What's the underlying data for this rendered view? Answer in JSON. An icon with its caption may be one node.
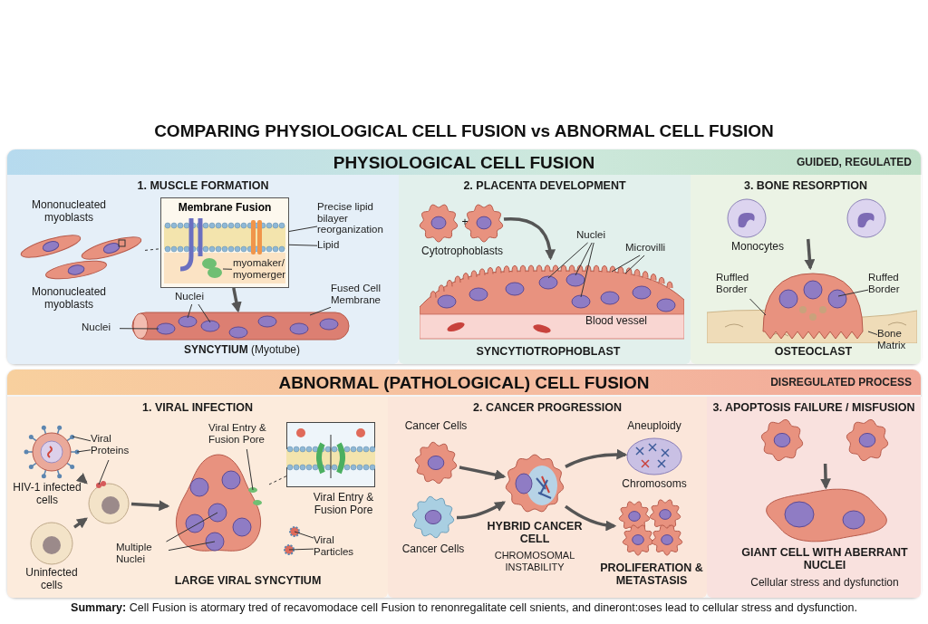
{
  "diagram": {
    "title": "COMPARING PHYSIOLOGICAL CELL FUSION vs ABNORMAL CELL FUSION",
    "nodes": [
      {
        "text": [
          "PHYSIOLOGICAL CELL FUSION",
          "GUIDED, REGULATED"
        ]
      },
      {
        "text": [
          "1. MUSCLE FORMATION"
        ],
        "in": 0
      },
      {
        "text": [
          "2. PLACENTA DEVELOPMENT"
        ],
        "in": 0
      },
      {
        "text": [
          "3. BONE RESORPTION"
        ],
        "in": 0
      },
      {
        "text": [
          "ABNORMAL (PATHOLOGICAL) CELL FUSION",
          "DISREGULATED PROCESS"
        ]
      },
      {
        "text": [
          "1. VIRAL INFECTION"
        ],
        "in": 4
      },
      {
        "text": [
          "2. CANCER PROGRESSION"
        ],
        "in": 4
      },
      {
        "text": [
          "3. APOPTOSIS FAILURE / MISFUSION"
        ],
        "in": 4
      },
      {
        "text": [],
        "shape": "picture",
        "in": 1,
        "beside": [
          "Mononucleated myoblasts",
          "Mononucleated myoblasts"
        ]
      },
      {
        "text": [
          "Membrane Fusion"
        ],
        "in": 1
      },
      {
        "text": [
          "Precise lipid bilayer reorganization"
        ],
        "in": 1
      },
      {
        "text": [
          "Lipid"
        ],
        "in": 1
      },
      {
        "text": [
          "myomaker/ myomerger"
        ],
        "in": 9
      },
      {
        "text": [],
        "shape": "picture",
        "in": 1,
        "beside": [
          "**SYNCYTIUM** (Myotube)"
        ]
      },
      {
        "text": [
          "Nuclei"
        ],
        "in": 1
      },
      {
        "text": [
          "Nuclei"
        ],
        "in": 1
      },
      {
        "text": [
          "Fused Cell Membrane"
        ],
        "in": 1
      },
      {
        "text": [],
        "shape": "picture",
        "in": 2,
        "beside": [
          "Cytotrophoblasts"
        ]
      },
      {
        "text": [],
        "shape": "picture",
        "in": 2,
        "beside": [
          "Blood vessel",
          "SYNCYTIOTROPHOBLAST"
        ]
      },
      {
        "text": [
          "Nuclei"
        ],
        "in": 2
      },
      {
        "text": [
          "Microvilli"
        ],
        "in": 2
      },
      {
        "text": [],
        "shape": "picture",
        "in": 3,
        "beside": [
          "Monocytes"
        ]
      },
      {
        "text": [],
        "shape": "picture",
        "in": 3,
        "beside": [
          "OSTEOCLAST"
        ]
      },
      {
        "text": [
          "Ruffled Border"
        ],
        "in": 3
      },
      {
        "text": [
          "Ruffed Border"
        ],
        "in": 3
      },
      {
        "text": [
          "Bone Matrix"
        ],
        "in": 3
      },
      {
        "text": [],
        "shape": "picture",
        "in": 5,
        "beside": [
          "HIV-1 infected cells"
        ]
      },
      {
        "text": [
          "Viral Proteins"
        ],
        "in": 5
      },
      {
        "text": [],
        "shape": "picture",
        "in": 5,
        "beside": [
          "Uninfected cells"
        ]
      },
      {
        "text": [],
        "shape": "picture",
        "in": 5
      },
      {
        "text": [],
        "shape": "picture",
        "in": 5,
        "beside": [
          "LARGE VIRAL SYNCYTIUM"
        ]
      },
      {
        "text": [],
        "shape": "picture",
        "in": 5,
        "beside": [
          "Viral Entry & Fusion Pore"
        ]
      },
      {
        "text": [
          "Viral Entry & Fusion Pore"
        ],
        "in": 5
      },
      {
        "text": [
          "Multiple Nuclei"
        ],
        "in": 5
      },
      {
        "text": [
          "Viral Particles"
        ],
        "in": 5
      },
      {
        "text": [],
        "shape": "picture",
        "in": 6,
        "beside": [
          "Cancer Cells"
        ]
      },
      {
        "text": [],
        "shape": "picture",
        "in": 6,
        "beside": [
          "Cancer Cells"
        ]
      },
      {
        "text": [],
        "shape": "picture",
        "in": 6,
        "beside": [
          "HYBRID CANCER CELL",
          "CHROMOSOMAL INSTABILITY"
        ]
      },
      {
        "text": [],
        "shape": "picture",
        "in": 6,
        "beside": [
          "Aneuploidy",
          "Chromosoms"
        ]
      },
      {
        "text": [],
        "shape": "picture",
        "in": 6,
        "beside": [
          "PROLIFERATION & METASTASIS"
        ]
      },
      {
        "text": [],
        "shape": "picture",
        "in": 7
      },
      {
        "text": [],
        "shape": "picture",
        "in": 7,
        "beside": [
          "GIANT CELL WITH ABERRANT NUCLEI",
          "Cellular stress and dysfunction"
        ]
      }
    ],
    "edges": [
      {
        "from": 8,
        "to": 9,
        "arrow": "none",
        "style": "dashed"
      },
      {
        "from": 10,
        "to": 9,
        "arrow": "none"
      },
      {
        "from": 11,
        "to": 9,
        "arrow": "none"
      },
      {
        "from": 12,
        "to": 9,
        "arrow": "none"
      },
      {
        "from": 9,
        "to": 13,
        "arrow": "to",
        "style": "thick"
      },
      {
        "from": 14,
        "to": 13,
        "arrow": "none"
      },
      {
        "from": 14,
        "to": 13,
        "arrow": "none"
      },
      {
        "from": 15,
        "to": 13,
        "arrow": "none"
      },
      {
        "from": 16,
        "to": 13,
        "arrow": "none"
      },
      {
        "from": 17,
        "to": 18,
        "arrow": "to",
        "style": "thick"
      },
      {
        "from": 19,
        "to": 18,
        "arrow": "none"
      },
      {
        "from": 19,
        "to": 18,
        "arrow": "none"
      },
      {
        "from": 19,
        "to": 18,
        "arrow": "none"
      },
      {
        "from": 20,
        "to": 18,
        "arrow": "none"
      },
      {
        "from": 20,
        "to": 18,
        "arrow": "none"
      },
      {
        "from": 21,
        "to": 22,
        "arrow": "to",
        "style": "thick"
      },
      {
        "from": 23,
        "to": 22,
        "arrow": "none"
      },
      {
        "from": 24,
        "to": 22,
        "arrow": "none"
      },
      {
        "from": 25,
        "to": null,
        "arrow": "none"
      },
      {
        "from": 26,
        "to": 29,
        "arrow": "to",
        "style": "thick"
      },
      {
        "from": 28,
        "to": 29,
        "arrow": "to",
        "style": "thick"
      },
      {
        "from": 29,
        "to": 30,
        "arrow": "to",
        "style": "thick"
      },
      {
        "from": 30,
        "to": 31,
        "arrow": "none",
        "style": "dashed"
      },
      {
        "from": 27,
        "to": 26,
        "arrow": "none"
      },
      {
        "from": 27,
        "to": 26,
        "arrow": "none"
      },
      {
        "from": 27,
        "to": 29,
        "arrow": "none"
      },
      {
        "from": 32,
        "to": 30,
        "arrow": "none"
      },
      {
        "from": 33,
        "to": 30,
        "arrow": "none"
      },
      {
        "from": 33,
        "to": 30,
        "arrow": "none"
      },
      {
        "from": 34,
        "to": null,
        "arrow": "none"
      },
      {
        "from": 34,
        "to": null,
        "arrow": "none"
      },
      {
        "from": 35,
        "to": 37,
        "arrow": "to",
        "style": "thick"
      },
      {
        "from": 36,
        "to": 37,
        "arrow": "to",
        "style": "thick"
      },
      {
        "from": 37,
        "to": 38,
        "arrow": "to",
        "style": "thick"
      },
      {
        "from": 37,
        "to": 39,
        "arrow": "to",
        "style": "thick"
      },
      {
        "from": 40,
        "to": 41,
        "arrow": "to",
        "style": "thick"
      }
    ],
    "labels": [
      "+",
      "**Summary:** Cell Fusion is atormary tred of recavomodace cell Fusion to renonregalitate cell snients, and dineront:oses lead to cellular stress and dysfunction."
    ]
  }
}
